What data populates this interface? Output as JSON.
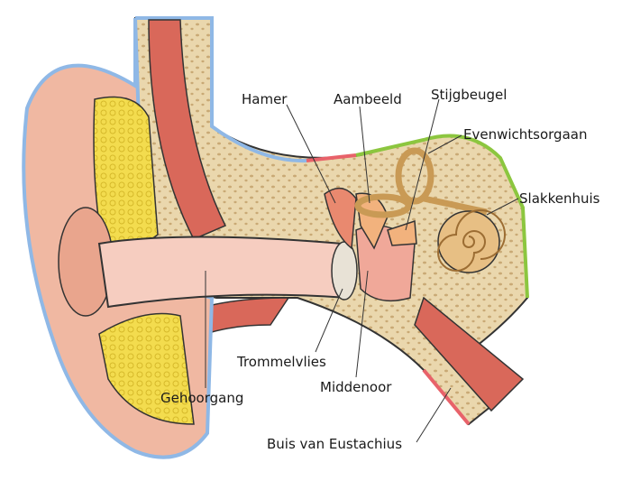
{
  "title": "Anatomie van het oor",
  "labels": {
    "hamer": "Hamer",
    "aambeeld": "Aambeeld",
    "stijgbeugel": "Stijgbeugel",
    "evenwichtsorgaan": "Evenwichtsorgaan",
    "slakkenhuis": "Slakkenhuis",
    "trommelvlies": "Trommelvlies",
    "middenoor": "Middenoor",
    "gehoorgang": "Gehoorgang",
    "eustachius": "Buis van Eustachius"
  },
  "colors": {
    "outer_ear_outline": "#8fb8e6",
    "middle_ear_outline": "#e8626a",
    "inner_ear_outline": "#8cc63f",
    "skin": "#f0b8a2",
    "bone": "#ead7ad",
    "cartilage": "#f3dc4e",
    "muscle": "#d9685a",
    "canal": "#f6cdc0"
  }
}
